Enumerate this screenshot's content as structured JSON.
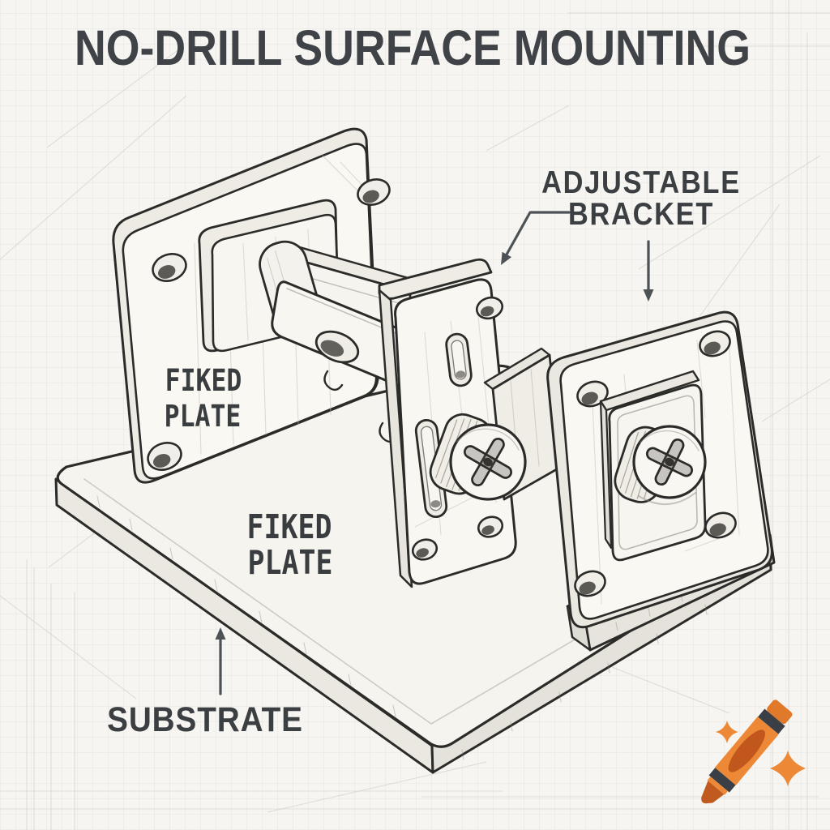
{
  "title": "NO-DRILL SURFACE MOUNTING",
  "labels": {
    "bracket_line1": "ADJUSTABLE",
    "bracket_line2": "BRACKET",
    "plate_left_line1": "FIKED",
    "plate_left_line2": "PLATE",
    "plate_center_line1": "FIKED",
    "plate_center_line2": "PLATE",
    "substrate": "SUBSTRATE"
  },
  "diagram": {
    "style": "hand-drawn isometric pencil sketch",
    "parts": [
      "fixed plate (left)",
      "mounting rail",
      "adjustable bracket",
      "thumb screw",
      "connecting arm",
      "fixed plate (right)",
      "pedestal block",
      "substrate board"
    ],
    "callout_count": 4
  },
  "watermark": {
    "icon": "crayon-icon",
    "sparkle_count": 2
  },
  "colors": {
    "paper": "#f6f5f1",
    "ink": "#2b2b29",
    "label_text": "#3b3f42",
    "arrow": "#4d5256",
    "crayon_orange": "#ED8936",
    "crayon_tip": "#C05A1E",
    "crayon_band": "#3A3F45"
  }
}
